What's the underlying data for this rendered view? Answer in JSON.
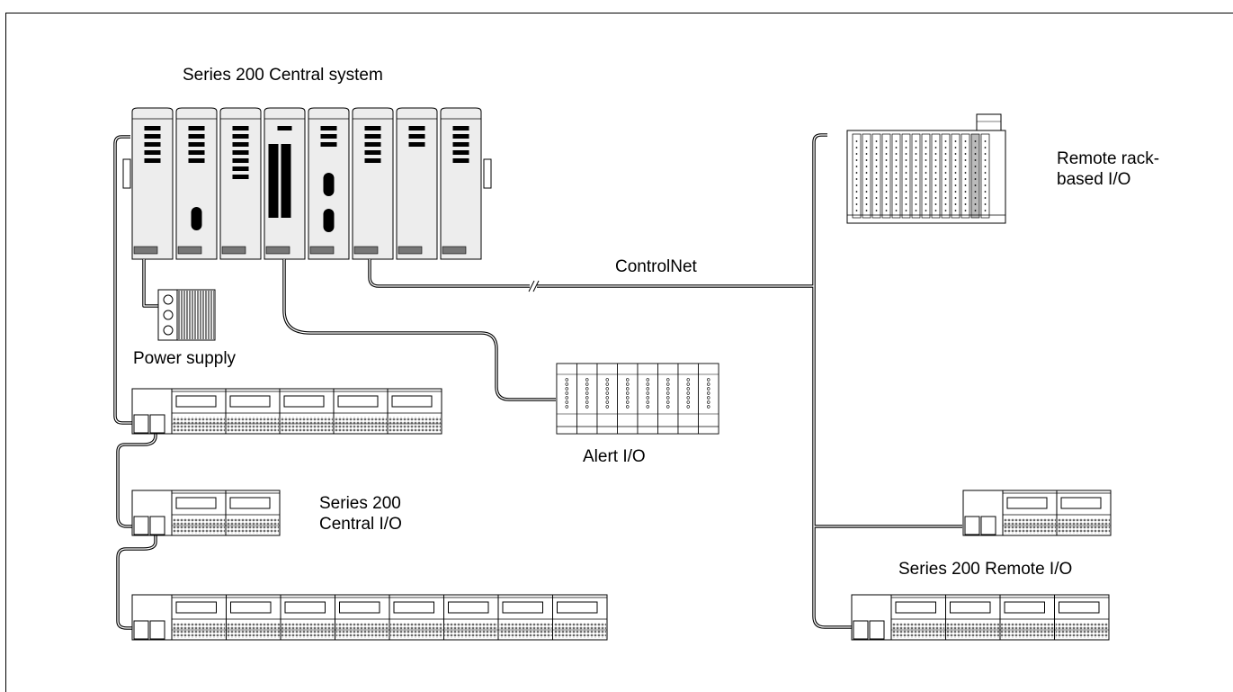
{
  "labels": {
    "central_system": "Series 200 Central system",
    "remote_rack_line1": "Remote rack-",
    "remote_rack_line2": "based I/O",
    "controlnet": "ControlNet",
    "power_supply": "Power supply",
    "alert_io": "Alert I/O",
    "central_io_line1": "Series 200",
    "central_io_line2": "Central I/O",
    "remote_io": "Series 200 Remote I/O"
  },
  "hardware": {
    "central_rack_modules": 8,
    "io_row_1_modules": 5,
    "io_row_2_modules": 2,
    "io_row_3_modules": 8,
    "remote_io_row_1_modules": 2,
    "remote_io_row_2_modules": 4,
    "alert_io_modules": 8
  },
  "colors": {
    "module_fill": "#ededed",
    "line": "#000000",
    "terminal_fill": "#bbbbbb"
  }
}
